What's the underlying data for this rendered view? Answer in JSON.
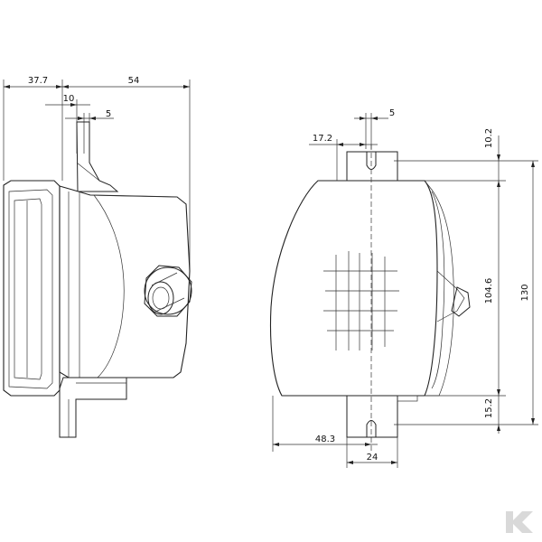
{
  "drawing": {
    "side_view": {
      "dimensions": [
        "37.7",
        "54",
        "10",
        "5"
      ]
    },
    "front_view": {
      "dimensions": [
        "5",
        "17.2",
        "10.2",
        "130",
        "104.6",
        "15.2",
        "48.3",
        "24"
      ]
    },
    "logo": {
      "text": "K",
      "color": "#d9d9d9"
    }
  }
}
